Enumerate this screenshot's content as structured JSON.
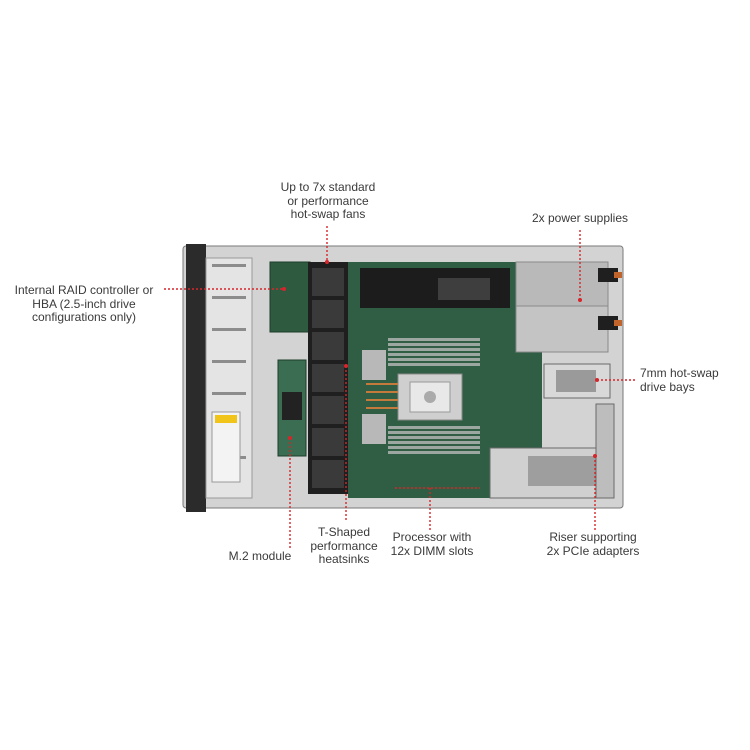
{
  "callouts": {
    "fans": "Up to 7x standard\nor performance\nhot-swap fans",
    "power": "2x power supplies",
    "raid": "Internal RAID controller or\nHBA (2.5-inch drive\nconfigurations only)",
    "drive_bays": "7mm hot-swap\ndrive bays",
    "m2": "M.2 module",
    "heatsinks": "T-Shaped\nperformance\nheatsinks",
    "processor": "Processor with\n12x DIMM slots",
    "riser": "Riser supporting\n2x PCIe adapters"
  },
  "colors": {
    "callout_line": "#d7252b",
    "board": "#2f5e45",
    "chassis": "#c9c9c9",
    "text": "#3a3a3a"
  }
}
